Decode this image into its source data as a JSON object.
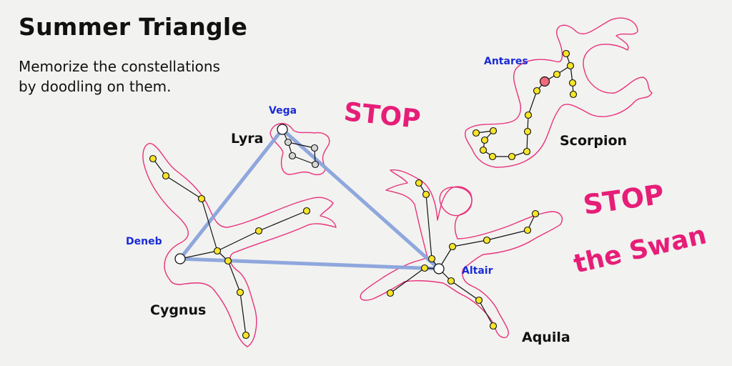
{
  "title": "Summer Triangle",
  "subtitle_lines": [
    "Memorize the constellations",
    "by doodling on them."
  ],
  "stars": {
    "vega": "Vega",
    "deneb": "Deneb",
    "altair": "Altair",
    "antares": "Antares"
  },
  "constellations": {
    "lyra": "Lyra",
    "cygnus": "Cygnus",
    "aquila": "Aquila",
    "scorpion": "Scorpion"
  },
  "doodle_text": {
    "stop_1": "STOP",
    "stop_2_line1": "STOP",
    "stop_2_line2": "the Swan"
  },
  "colors": {
    "background": "#f2f2f0",
    "doodle_outline": "#e8327c",
    "triangle": "#8aa3dc",
    "star_label": "#1a2bd6",
    "star_yellow": "#f7e52a",
    "antares": "#f06b7a",
    "stop_text": "#e61e78"
  }
}
